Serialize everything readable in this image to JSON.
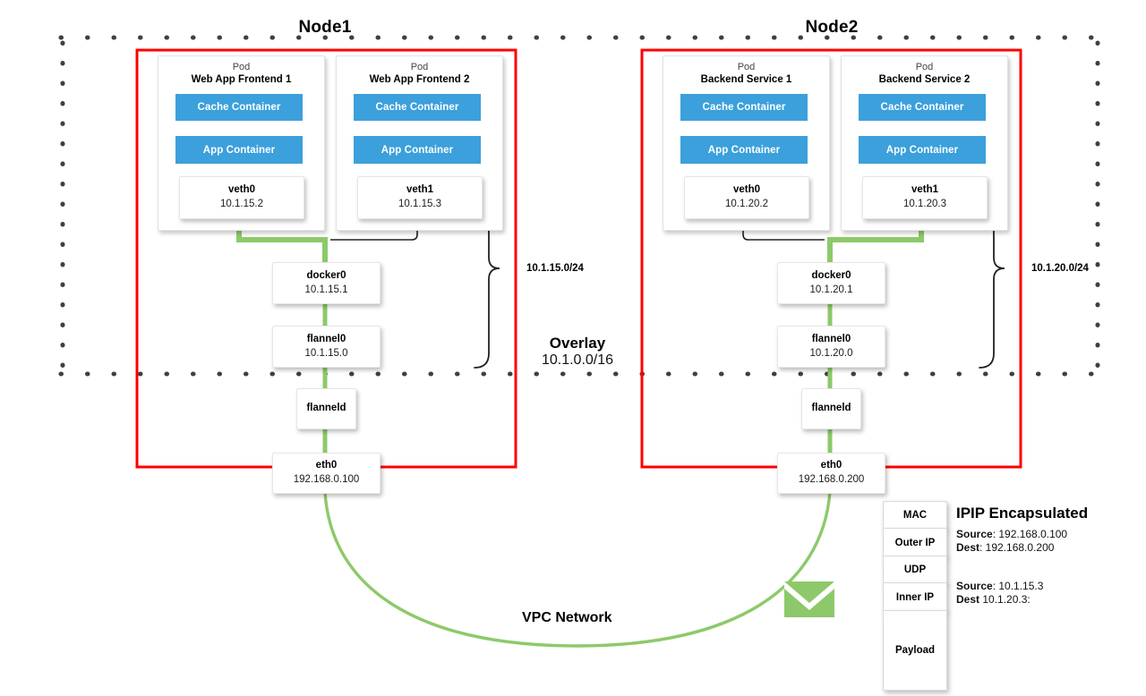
{
  "colors": {
    "container_blue": "#3ba0db",
    "node_border_red": "#ff0000",
    "traffic_green": "#8dc96a",
    "overlay_dot": "#3f3f3f",
    "line_black": "#222222"
  },
  "overlay": {
    "title": "Overlay",
    "cidr": "10.1.0.0/16"
  },
  "nodes": [
    {
      "id": "node1",
      "title": "Node1",
      "subnet_label": "10.1.15.0/24",
      "pods": [
        {
          "kind": "Pod",
          "name": "Web App Frontend 1",
          "containers": [
            "Cache Container",
            "App Container"
          ],
          "veth": {
            "name": "veth0",
            "ip": "10.1.15.2"
          }
        },
        {
          "kind": "Pod",
          "name": "Web App Frontend 2",
          "containers": [
            "Cache Container",
            "App Container"
          ],
          "veth": {
            "name": "veth1",
            "ip": "10.1.15.3"
          }
        }
      ],
      "interfaces": [
        {
          "name": "docker0",
          "ip": "10.1.15.1"
        },
        {
          "name": "flannel0",
          "ip": "10.1.15.0"
        },
        {
          "name": "flanneld",
          "ip": ""
        },
        {
          "name": "eth0",
          "ip": "192.168.0.100"
        }
      ]
    },
    {
      "id": "node2",
      "title": "Node2",
      "subnet_label": "10.1.20.0/24",
      "pods": [
        {
          "kind": "Pod",
          "name": "Backend Service 1",
          "containers": [
            "Cache Container",
            "App Container"
          ],
          "veth": {
            "name": "veth0",
            "ip": "10.1.20.2"
          }
        },
        {
          "kind": "Pod",
          "name": "Backend Service 2",
          "containers": [
            "Cache Container",
            "App Container"
          ],
          "veth": {
            "name": "veth1",
            "ip": "10.1.20.3"
          }
        }
      ],
      "interfaces": [
        {
          "name": "docker0",
          "ip": "10.1.20.1"
        },
        {
          "name": "flannel0",
          "ip": "10.1.20.0"
        },
        {
          "name": "flanneld",
          "ip": ""
        },
        {
          "name": "eth0",
          "ip": "192.168.0.200"
        }
      ]
    }
  ],
  "vpc": {
    "label": "VPC Network",
    "envelope_icon": "envelope-icon"
  },
  "packet": {
    "title": "IPIP Encapsulated",
    "layers": [
      "MAC",
      "Outer IP",
      "UDP",
      "Inner IP",
      "Payload"
    ],
    "outer": {
      "source_key": "Source",
      "source_value": ": 192.168.0.100",
      "dest_key": "Dest",
      "dest_value": ": 192.168.0.200"
    },
    "inner": {
      "source_key": "Source",
      "source_value": ": 10.1.15.3",
      "dest_key": "Dest",
      "dest_value": " 10.1.20.3:"
    }
  }
}
